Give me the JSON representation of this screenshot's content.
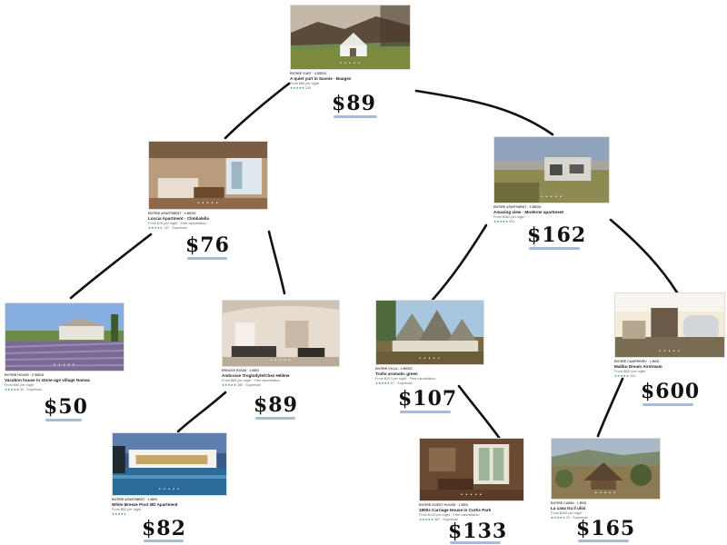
{
  "listings": {
    "root": {
      "meta": "ENTIRE YURT · 4 BEDS",
      "title": "A quiet yurt in Savoie - Bauges",
      "sub": "From $89 per night",
      "rating": "★★★★★",
      "rating_text": "245",
      "price": "$89",
      "photo": "yurt-photo"
    },
    "l1": {
      "meta": "ENTIRE APARTMENT · 3 BEDS",
      "title": "Loccia Apartment - Climbalella",
      "sub": "From $76 per night · Free cancellation",
      "rating": "★★★★★",
      "rating_text": "137 · Superhost",
      "price": "$76",
      "photo": "apartment-interior-photo"
    },
    "r1": {
      "meta": "ENTIRE APARTMENT · 3 BEDS",
      "title": "Amazing view - Moderne apartment",
      "sub": "From $162 per night",
      "rating": "★★★★★",
      "rating_text": "291",
      "price": "$162",
      "photo": "modern-house-photo"
    },
    "ll": {
      "meta": "ENTIRE HOUSE · 6 BEDS",
      "title": "Vacation house in stone-age village Nomac",
      "sub": "From $50 per night",
      "rating": "★★★★★",
      "rating_text": "30 · Superhost",
      "price": "$50",
      "photo": "lavender-field-photo"
    },
    "lr": {
      "meta": "PRIVATE ROOM · 1 BED",
      "title": "Ambroise Troglodyte/Chez Hélène",
      "sub": "From $89 per night · Free cancellation",
      "rating": "★★★★★",
      "rating_text": "285 · Superhost",
      "price": "$89",
      "photo": "cave-room-photo"
    },
    "rl": {
      "meta": "ENTIRE VILLA · 4 BEDS",
      "title": "Trullo aromatic green",
      "sub": "From $107 per night · Free cancellation",
      "rating": "★★★★★",
      "rating_text": "57 · Superhost",
      "price": "$107",
      "photo": "trullo-photo"
    },
    "rr": {
      "meta": "ENTIRE CAMPER/RV · 1 BED",
      "title": "Malibu Dream Airstream",
      "sub": "From $600 per night",
      "rating": "★★★★★",
      "rating_text": "202",
      "price": "$600",
      "photo": "airstream-photo"
    },
    "lrl": {
      "meta": "ENTIRE APARTMENT · 1 BED",
      "title": "White Breeze Pool 3ID Apartment",
      "sub": "From $82 per night",
      "rating": "★★★★★",
      "rating_text": "",
      "price": "$82",
      "photo": "pool-house-photo"
    },
    "rlr": {
      "meta": "ENTIRE GUEST HOUSE · 1 BED",
      "title": "1800s Carriage House in Curtis Park",
      "sub": "From $133 per night · Free cancellation",
      "rating": "★★★★★",
      "rating_text": "487 · Superhost",
      "price": "$133",
      "photo": "carriage-house-photo"
    },
    "rrl": {
      "meta": "ENTIRE CABIN · 1 BED",
      "title": "La casa tra il ulivi",
      "sub": "From $165 per night",
      "rating": "★★★★★",
      "rating_text": "23 · Superhost",
      "price": "$165",
      "photo": "olive-hut-photo"
    }
  },
  "colors": {
    "ink": "#111111",
    "underline": "#8aa6c8",
    "rating": "#2a7d7a"
  }
}
